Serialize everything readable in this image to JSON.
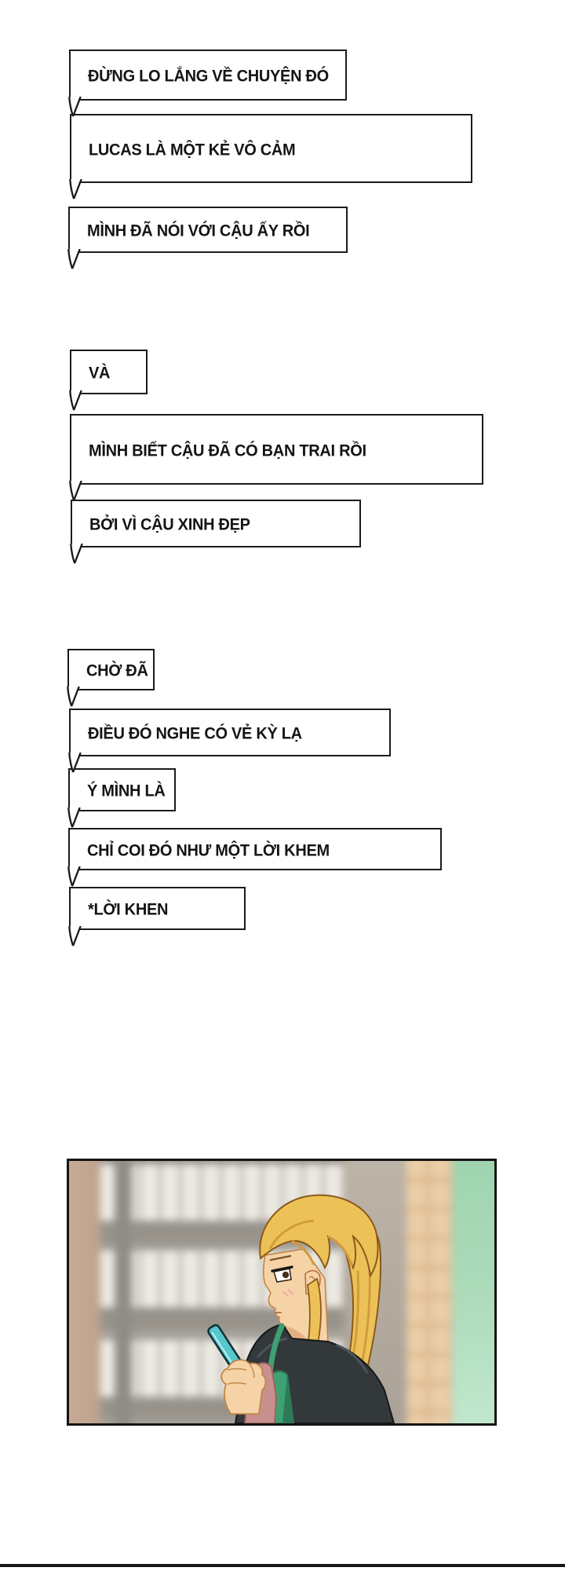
{
  "speech": {
    "bubbles": [
      {
        "text": "ĐỪNG LO LẮNG VỀ CHUYỆN ĐÓ"
      },
      {
        "text": "LUCAS LÀ MỘT KẺ VÔ CẢM"
      },
      {
        "text": "MÌNH ĐÃ NÓI VỚI CẬU ẤY RỒI"
      },
      {
        "text": "VÀ"
      },
      {
        "text": "MÌNH BIẾT CẬU ĐÃ CÓ BẠN TRAI RỒI"
      },
      {
        "text": "BỞI VÌ CẬU XINH ĐẸP"
      },
      {
        "text": "CHỜ ĐÃ"
      },
      {
        "text": "ĐIỀU ĐÓ NGHE CÓ VẺ KỲ LẠ"
      },
      {
        "text": "Ý MÌNH LÀ"
      },
      {
        "text": "CHỈ COI ĐÓ NHƯ MỘT LỜI KHEM"
      },
      {
        "text": "*LỜI KHEN"
      }
    ]
  },
  "panel": {
    "alt": "blonde woman with ponytail seen in profile looking down at a teal phone, blurred shelf room background"
  },
  "colors": {
    "side_wall": "#c9ac97",
    "shelf_grey": "#a5a19a",
    "binder_white": "#edeae4",
    "binder_gap": "#b5afa5",
    "brick": "#ebcda6",
    "brick_line": "#d9b68e",
    "wall_green": "#9ed3ae",
    "hair": "#ecc258",
    "hair_shade": "#d39b3c",
    "skin": "#f6d3a7",
    "jacket": "#33383b",
    "collar_green": "#3ea173",
    "sleeve_mauve": "#c7908c",
    "phone_teal": "#55c7cd",
    "bubble_border": "#1b1b1b"
  }
}
